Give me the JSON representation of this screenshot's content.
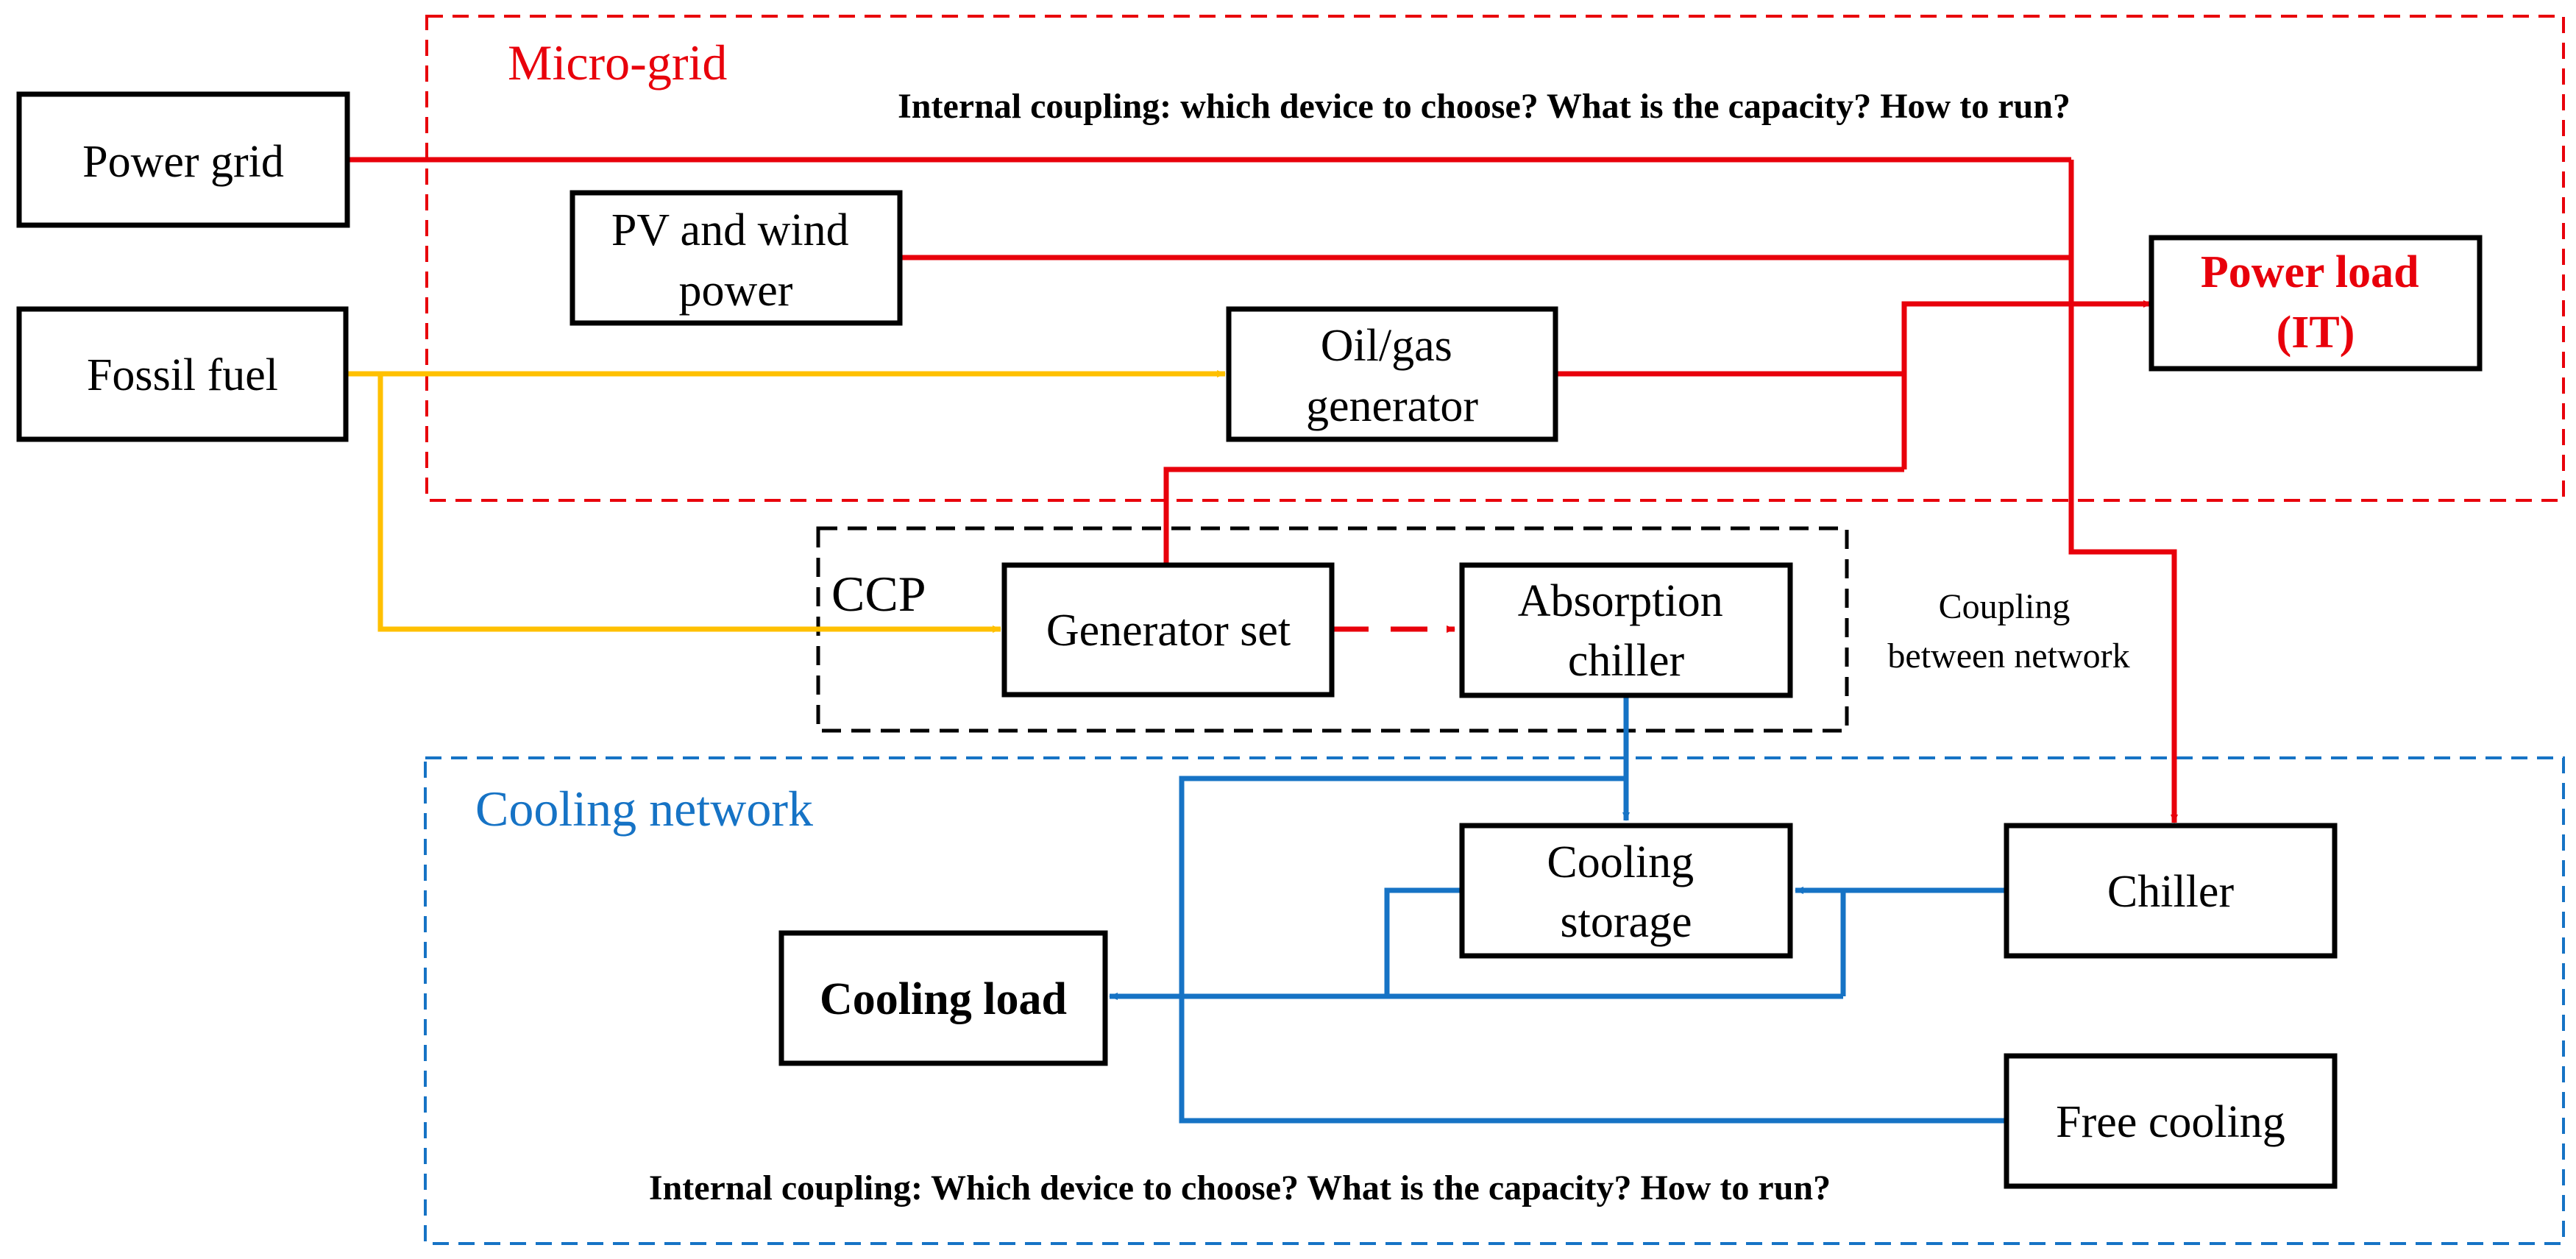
{
  "colors": {
    "electric": "#e8000b",
    "fuel": "#ffc000",
    "cooling": "#1673c5",
    "border": "#000000"
  },
  "regions": {
    "microgrid": {
      "label": "Micro-grid",
      "note": "Internal coupling: which device to choose? What is the capacity? How to run?"
    },
    "ccp": {
      "label": "CCP"
    },
    "cooling": {
      "label": "Cooling network",
      "note": "Internal coupling: Which device to choose? What is the capacity? How to run?"
    },
    "coupling_between": [
      "Coupling",
      "between network"
    ]
  },
  "nodes": {
    "power_grid": [
      "Power grid"
    ],
    "pv_wind": [
      "PV and wind",
      "power"
    ],
    "fossil_fuel": [
      "Fossil fuel"
    ],
    "oil_gas": [
      "Oil/gas",
      "generator"
    ],
    "power_load": [
      "Power load",
      "(IT)"
    ],
    "generator_set": [
      "Generator set"
    ],
    "absorption_chiller": [
      "Absorption",
      "chiller"
    ],
    "cooling_storage": [
      "Cooling",
      "storage"
    ],
    "chiller": [
      "Chiller"
    ],
    "cooling_load": [
      "Cooling load"
    ],
    "free_cooling": [
      "Free cooling"
    ]
  }
}
